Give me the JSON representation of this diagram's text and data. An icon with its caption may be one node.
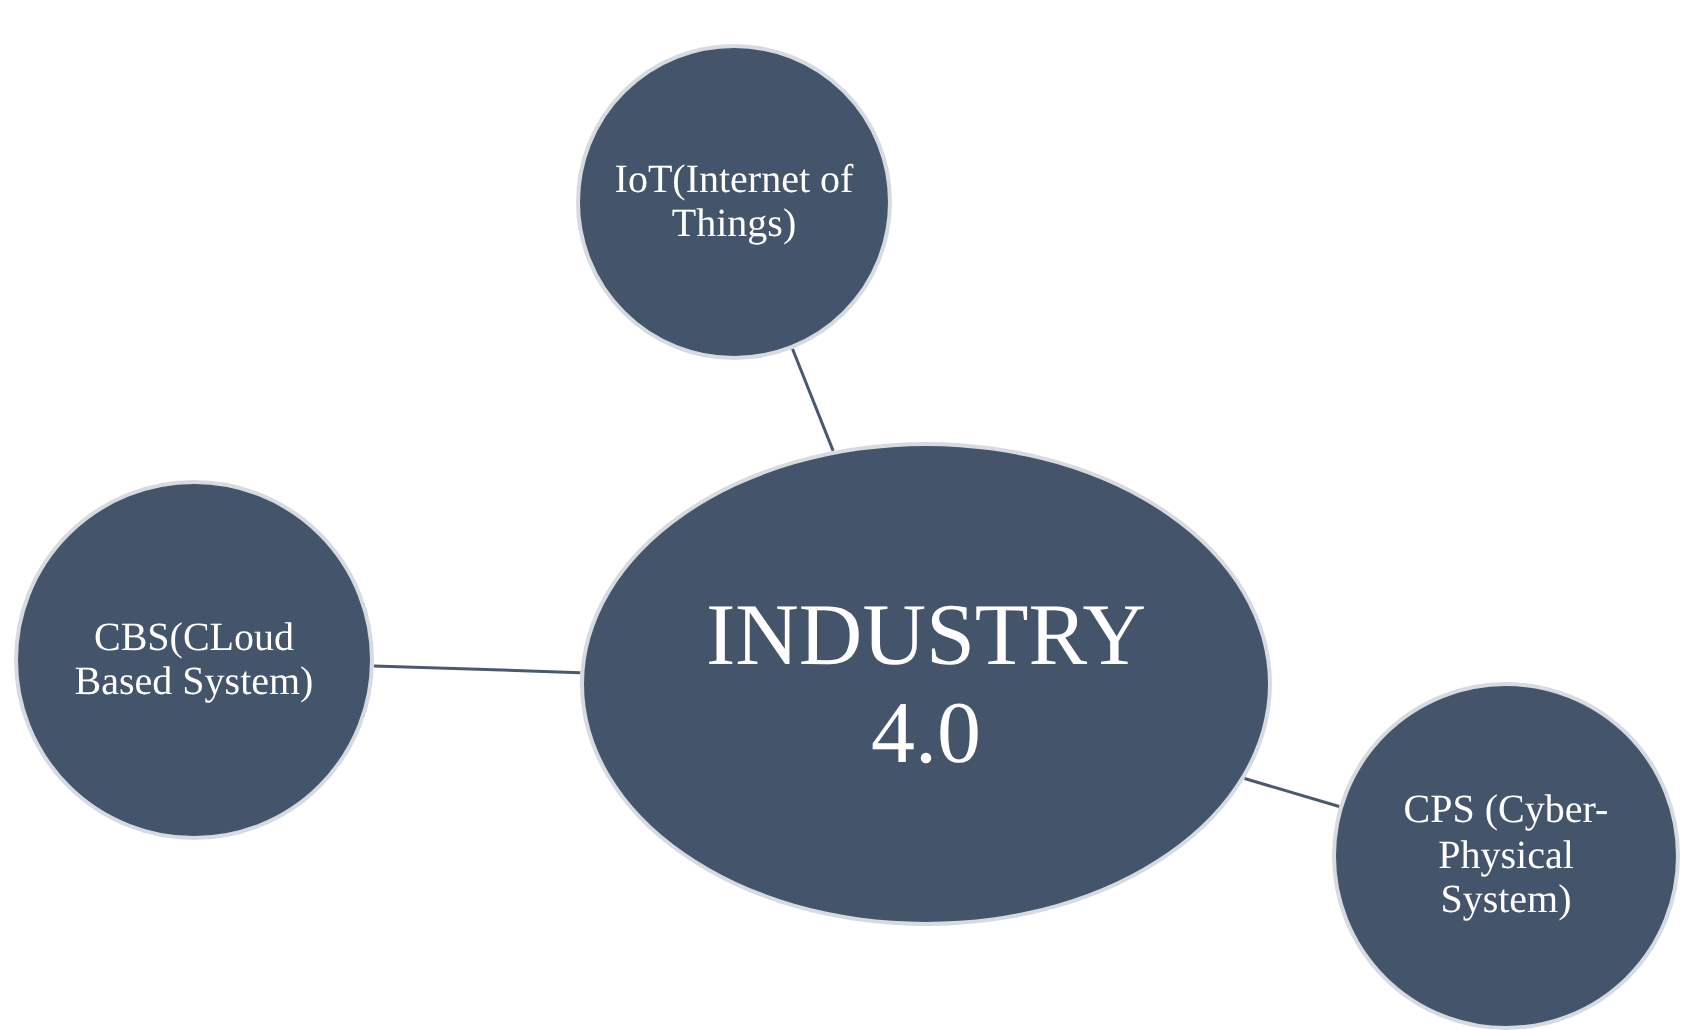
{
  "diagram": {
    "nodes": [
      {
        "text": [
          "IoT(Internet of Things)"
        ]
      },
      {
        "text": [
          "CBS(CLoud Based System)"
        ]
      },
      {
        "text": [
          "INDUSTRY 4.0"
        ]
      },
      {
        "text": [
          "CPS (Cyber-Physical System)"
        ]
      }
    ],
    "edges": [
      {
        "from": 0,
        "to": 2,
        "arrow": "none"
      },
      {
        "from": 1,
        "to": 2,
        "arrow": "none"
      },
      {
        "from": 2,
        "to": 3,
        "arrow": "none"
      }
    ]
  }
}
